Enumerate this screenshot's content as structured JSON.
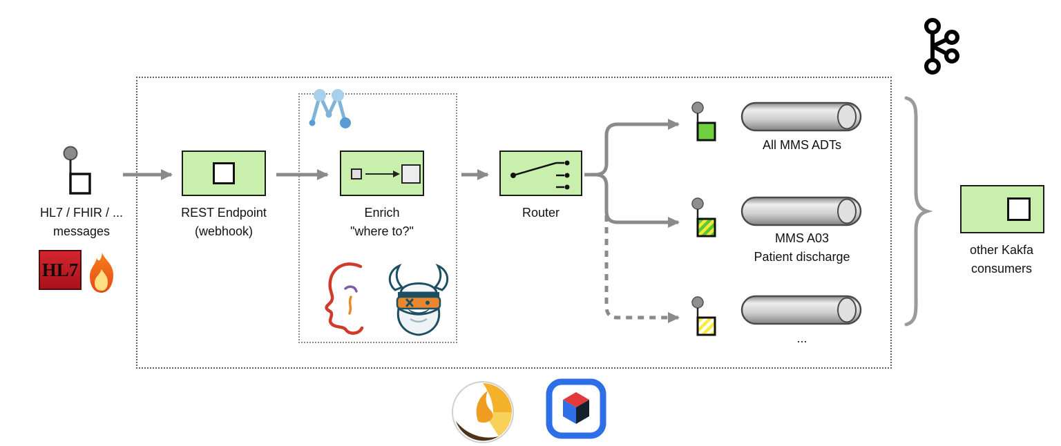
{
  "input": {
    "line1": "HL7 / FHIR / ...",
    "line2": "messages",
    "hl7_logo_text": "HL7"
  },
  "nodes": {
    "rest": {
      "line1": "REST Endpoint",
      "line2": "(webhook)"
    },
    "enrich": {
      "line1": "Enrich",
      "line2": "\"where to?\""
    },
    "router": {
      "line1": "Router"
    }
  },
  "topics": [
    {
      "line1": "All MMS ADTs",
      "square": "solid green"
    },
    {
      "line1": "MMS A03",
      "line2": "Patient discharge",
      "square": "green with yellow stripes"
    },
    {
      "line1": "...",
      "square": "yellow with white stripes"
    }
  ],
  "consumer": {
    "line1": "other Kakfa",
    "line2": "consumers"
  },
  "logos": {
    "top_right": "kafka-logo",
    "input_badges": [
      "hl7-logo",
      "fhir-flame-logo"
    ],
    "enrich_top": "blue-molecule-m-logo",
    "enrich_bottom": [
      "red-head-profile-logo",
      "viking-mask-logo"
    ],
    "bottom_center": [
      "camel-logo",
      "blue-cube-logo"
    ]
  },
  "colors": {
    "node_fill": "#c9efad",
    "node_border": "#1a1a1a",
    "arrow": "#8a8a8a",
    "topic_green": "#6fd13f",
    "stripe_green": "#59c736",
    "stripe_yellow": "#f2ea3a",
    "stripe_white": "#ffffff",
    "cylinder_gray": "#cfcfcf",
    "brace_gray": "#9a9a9a",
    "hl7_red": "#c21a22",
    "fhir_orange": "#e64a19"
  }
}
